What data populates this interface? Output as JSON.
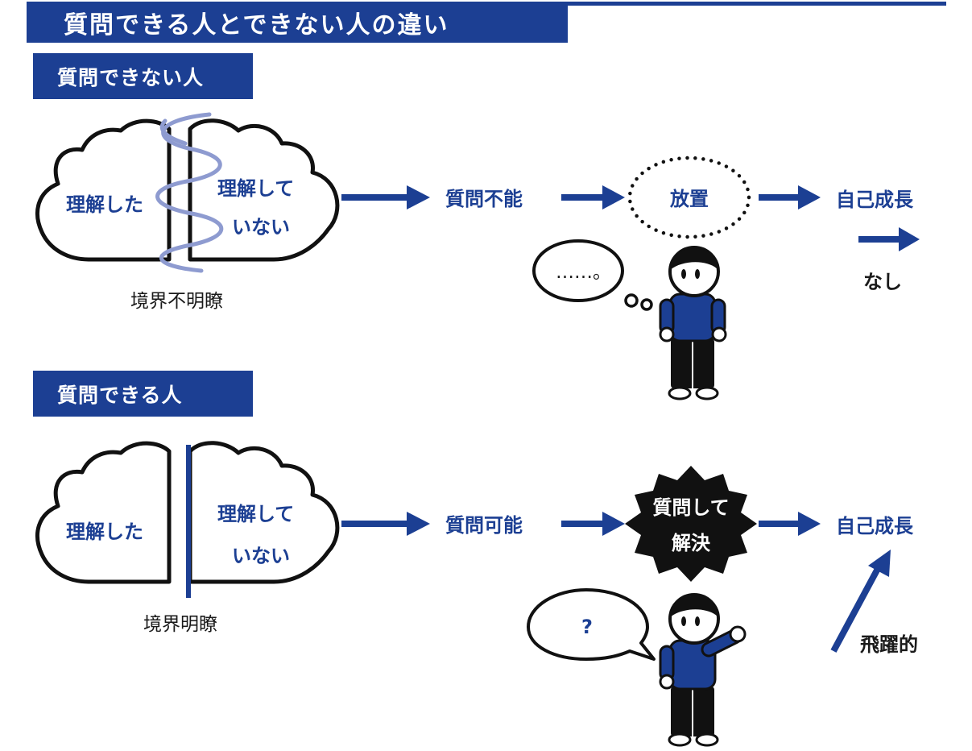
{
  "title": "質問できる人とできない人の違い",
  "sections": [
    {
      "heading": "質問できない人",
      "understood": "理解した",
      "not_understood_1": "理解して",
      "not_understood_2": "いない",
      "boundary": "境界不明瞭",
      "step1": "質問不能",
      "step2": "放置",
      "result": "自己成長",
      "result_note": "なし",
      "speech": "……。"
    },
    {
      "heading": "質問できる人",
      "understood": "理解した",
      "not_understood_1": "理解して",
      "not_understood_2": "いない",
      "boundary": "境界明瞭",
      "step1": "質問可能",
      "step2_line1": "質問して",
      "step2_line2": "解決",
      "result": "自己成長",
      "result_note": "飛躍的",
      "speech": "?"
    }
  ],
  "colors": {
    "accent": "#1c3f93",
    "wave": "#8e9bd0",
    "ink": "#111111",
    "shirt": "#1c3f93"
  }
}
